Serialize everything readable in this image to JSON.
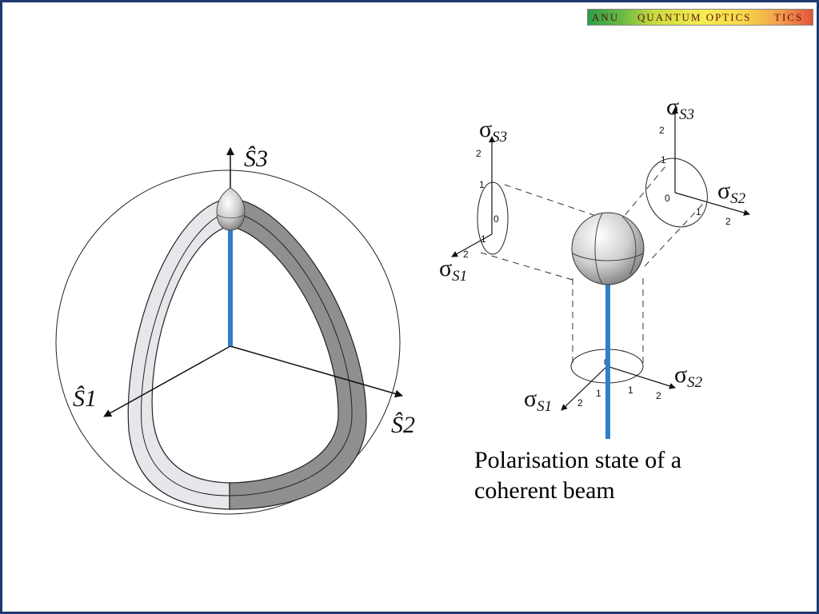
{
  "logo": {
    "text_anu": "ANU",
    "text_quantum": "QUANTUM OPTICS",
    "text_tics": "TICS"
  },
  "left_diagram": {
    "axis_labels": {
      "s1": "Ŝ1",
      "s2": "Ŝ2",
      "s3": "Ŝ3"
    }
  },
  "right_diagram": {
    "symbol": "σ",
    "subscripts": {
      "s1": "S1",
      "s2": "S2",
      "s3": "S3"
    },
    "ticks": [
      "0",
      "1",
      "2"
    ]
  },
  "caption": "Polarisation state of a coherent beam",
  "colors": {
    "border": "#1f3a6d",
    "beam": "#2f80c8",
    "band_light": "#e5e7ea",
    "band_dark": "#8f8f8f"
  }
}
